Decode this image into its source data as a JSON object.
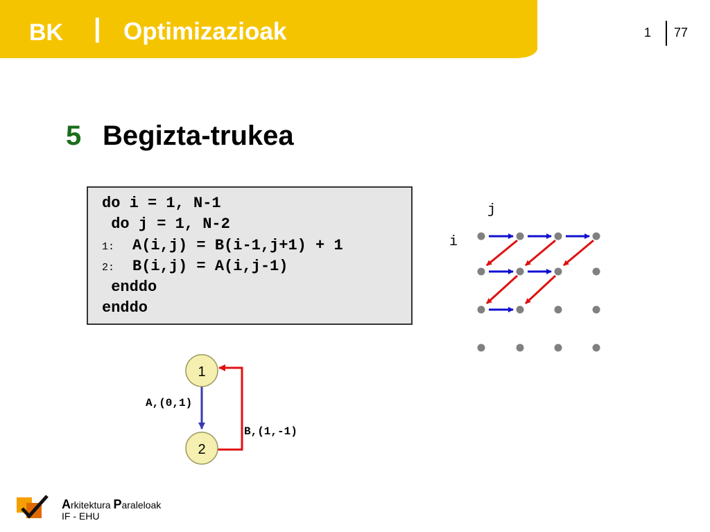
{
  "header": {
    "brand": "BK",
    "separator": "|",
    "title": "Optimizazioak",
    "page_current": "1",
    "page_total": "77"
  },
  "section": {
    "number": "5",
    "title": "Begizta-trukea"
  },
  "code": {
    "line1": "do i = 1, N-1",
    "line2": " do j = 1, N-2",
    "stmt1_tag": "1:",
    "stmt1": "A(i,j) = B(i-1,j+1) + 1",
    "stmt2_tag": "2:",
    "stmt2": "B(i,j) = A(i,j-1)",
    "line5": " enddo",
    "line6": "enddo"
  },
  "iteration_space": {
    "j_label": "j",
    "i_label": "i",
    "rows": 4,
    "cols": 4,
    "colors": {
      "point": "#808080",
      "flow_A": "#1010d0",
      "flow_B": "#e01010"
    }
  },
  "dependence_graph": {
    "node1": "1",
    "node2": "2",
    "edge_A": "A,(0,1)",
    "edge_B": "B,(1,-1)",
    "colors": {
      "node_fill": "#f5f0b0",
      "edge_A": "#3a3ab0",
      "edge_B": "#e01010"
    }
  },
  "footer": {
    "line1_initial1": "A",
    "line1_rest1": "rkitektura ",
    "line1_initial2": "P",
    "line1_rest2": "araleloak",
    "line2": "IF - EHU"
  }
}
